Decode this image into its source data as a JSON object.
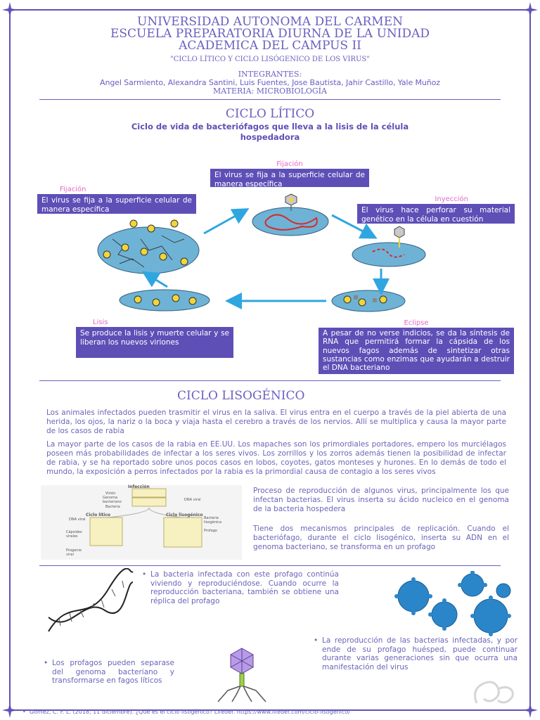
{
  "header": {
    "university": "UNIVERSIDAD AUTONOMA DEL CARMEN",
    "school": "ESCUELA PREPARATORIA DIURNA DE LA UNIDAD",
    "campus": "ACADEMICA DEL CAMPUS II",
    "topic": "\"CICLO LÍTICO Y CICLO LISÓGENICO DE LOS VIRUS\"",
    "members_label": "INTEGRANTES:",
    "members": "Angel Sarmiento, Alexandra Santini, Luis Fuentes, Jose Bautista, Jahir Castillo, Yale Muñoz",
    "subject": "MATERIA: MICROBIOLOGÍA"
  },
  "lytic": {
    "title": "CICLO LÍTICO",
    "subtitle_1": "Ciclo de vida de bacteriófagos que lleva a la lisis de la célula",
    "subtitle_2": "hospedadora",
    "boxes": {
      "fijacion_top": {
        "title": "Fijación",
        "body": "El virus se fija a la superficie celular de manera específica"
      },
      "fijacion_left": {
        "title": "Fijación",
        "body": "El virus se fija a la superficie celular de manera específica"
      },
      "inyeccion": {
        "title": "Inyección",
        "body": "El virus hace perforar su material genético en la célula en cuestión"
      },
      "lisis": {
        "title": "Lisis",
        "body": "Se produce la lisis y muerte celular y se liberan los nuevos viriones"
      },
      "eclipse": {
        "title": "Eclipse",
        "body": "A pesar de no verse indicios, se da la síntesis de RNA que permitirá formar la cápsida de los nuevos fagos además de sintetizar otras sustancias como enzimas que ayudarán a destruir el DNA bacteriano"
      }
    }
  },
  "lysogenic": {
    "title": "CICLO LISOGÉNICO",
    "para1": "Los animales infectados pueden trasmitir el virus en la saliva. El virus entra en el cuerpo a través de la piel abierta de una herida, los ojos, la nariz o la boca y viaja hasta el cerebro a través de los nervios. Allí se multiplica y causa la mayor parte de los casos de rabia",
    "para2": "La mayor parte de los casos de la  rabia en EE.UU. Los mapaches son los primordiales portadores, empero los murciélagos poseen más probabilidades de infectar a los seres vivos. Los zorrillos y los zorros además tienen la posibilidad de infectar de rabia, y se ha reportado sobre unos pocos casos en lobos, coyotes, gatos monteses y hurones. En lo demás de todo el mundo, la exposición a perros infectados por la rabia es la primordial causa de contagio a los seres vivos",
    "right1": "Proceso de reproducción de algunos virus, principalmente los que infectan bacterias. El virus inserta su ácido nucleico en el genoma de la bacteria hospedera",
    "right2": "Tiene dos mecanismos principales de replicación. Cuando el bacteriófago, durante el ciclo lisogénico, inserta su ADN en el genoma bacteriano, se transforma en un profago"
  },
  "diagram_labels": {
    "infeccion": "Infección",
    "virion": "Virión",
    "genoma": "Genoma bacteriano",
    "bacteria": "Bacteria",
    "dna_viral": "DNA viral",
    "ciclo_litico": "Ciclo lítico",
    "ciclo_lisogenico": "Ciclo lisogénico",
    "dna_viral2": "DNA viral",
    "capsides": "Cápsides virales",
    "progenie": "Progenie viral",
    "bacteria_lisogenica": "Bacteria lisogénica",
    "profago": "Profago"
  },
  "bullets": {
    "b1": "La bacteria infectada con este profago continúa viviendo y reproduciéndose. Cuando ocurre la reproducción bacteriana, también se obtiene una réplica del profago",
    "b2": "La reproducción de las bacterias infectadas, y por ende de su profago huésped, puede continuar durante varias generaciones sin que ocurra una manifestación del virus",
    "b3": "Los profagos pueden separase del genoma bacteriano y transformarse en fagos líticos"
  },
  "citation": "Gómez, C. F. L. (2018, 11 diciembre). ¿Qué es el ciclo lisogénico? Lifeder. https://www.lifeder.com/ciclo-lisogenico/",
  "colors": {
    "accent": "#5e4fb7",
    "pink": "#e667c6",
    "arrow": "#2fa6e0",
    "cell": "#6eb3d6"
  }
}
